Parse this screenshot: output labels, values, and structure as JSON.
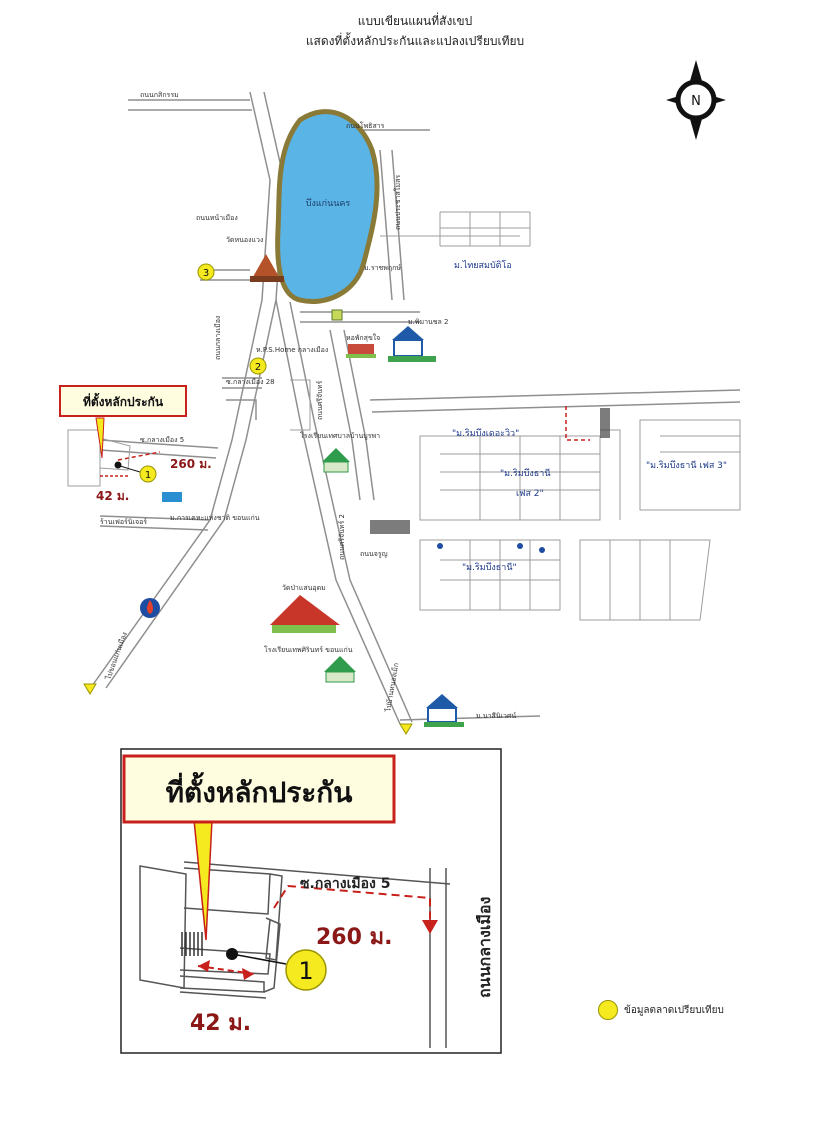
{
  "title": {
    "line1": "แบบเขียนแผนที่สังเขป",
    "line2": "แสดงที่ตั้งหลักประกันและแปลงเปรียบเทียบ"
  },
  "compass": {
    "letter": "N"
  },
  "main_map": {
    "roads": {
      "top_left": "ถนนกสิกรรม",
      "vertical_1": "ถนนกลางเมือง",
      "vertical_2": "ถนนศรีจันทร์",
      "vertical_3": "ถนนศรีจันทร์ 2",
      "soi_28": "ซ.กลางเมือง 28",
      "soi_5": "ซ.กลางเมือง 5",
      "lake_top": "ถนนโพธิสาร",
      "lake_left": "ถนนหน้าเมือง",
      "lake_right": "ถนนประชาสโมสร",
      "bottom_left": "ไปขอนแก่นเมือง",
      "bottom_right": "ไปบ้านหนองเม็ก"
    },
    "places": {
      "lake": "บึงแก่นนคร",
      "temple_1": "วัดหนองแวง",
      "temple_2": "วัดป่าแสนอุดม",
      "school_1": "โรงเรียนเทศบาลบ้านบูรพา",
      "school_2": "โรงเรียนเทพศิรินทร์ ขอนแก่น",
      "vill_ktn": "ม.ไทยสมบัติโอ",
      "vill_ps": "ห.P.S.Home กลางเมือง",
      "vill_thai": "หอพักสุขใจ",
      "vill_nam": "ม.พิมานชล 2",
      "vill_sena": "ม.ราชพฤกษ์",
      "vill_rim_ville": "\"ม.ริมบึงเดอะวิว\"",
      "vill_rim_phase2": "\"ม.ริมบึงธานี",
      "vill_rim_phase2b": "เฟส 2\"",
      "vill_rim_phase3": "\"ม.ริมบึงธานี เฟส 3\"",
      "vill_rim": "\"ม.ริมบึงธานี\"",
      "vill_bottom": "ม.นาสีนิเวศน์",
      "shop": "ร้านเฟอร์นิเจอร์",
      "place_near": "ม.การเคหะแห่งชาติ ขอนแก่น",
      "soi_road": "ถนนจรูญ"
    },
    "markers": {
      "m1": "1",
      "m2": "2",
      "m3": "3"
    },
    "callout": "ที่ตั้งหลักประกัน",
    "dim_260": "260 ม.",
    "dim_42": "42 ม."
  },
  "inset": {
    "callout": "ที่ตั้งหลักประกัน",
    "soi_label": "ซ.กลางเมือง 5",
    "road_label": "ถนนกลางเมือง",
    "dim_260": "260 ม.",
    "dim_42": "42 ม.",
    "marker": "1"
  },
  "legend": {
    "label": "ข้อมูลตลาดเปรียบเทียบ"
  },
  "colors": {
    "lake": "#5ab4e6",
    "marker": "#f5ea1f",
    "callout_border": "#c8201b",
    "callout_bg": "#fffde0",
    "dim_red": "#c8201b",
    "dim_text": "#8b1717",
    "road": "#9a9a9a",
    "village": "#2b4ea8"
  }
}
